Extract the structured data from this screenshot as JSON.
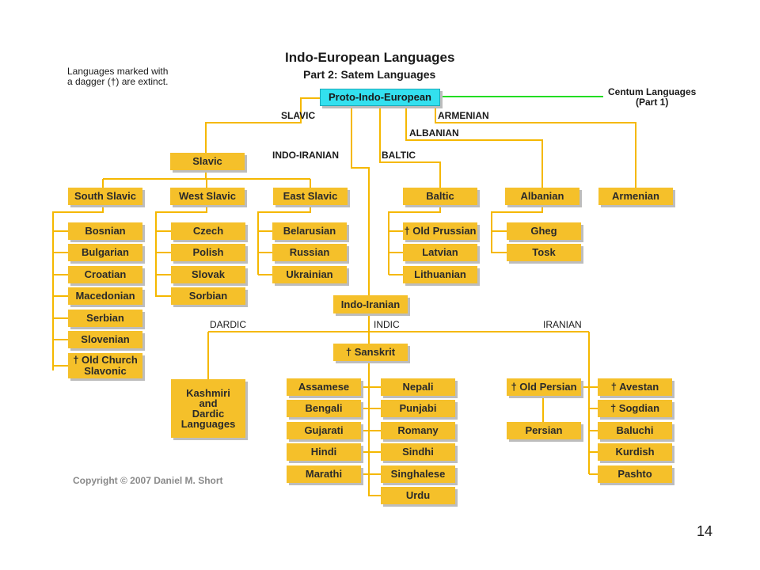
{
  "title": "Indo-European Languages",
  "subtitle": "Part 2: Satem Languages",
  "note": "Languages marked with\na dagger (†) are extinct.",
  "centum": "Centum Languages\n(Part 1)",
  "copyright": "Copyright © 2007 Daniel M. Short",
  "page_number": "14",
  "colors": {
    "node": "#f5c02a",
    "line": "#f5b800",
    "root": "#33e0ef",
    "green_line": "#22dd22"
  },
  "branches": {
    "slavic": "SLAVIC",
    "armenian": "ARMENIAN",
    "albanian": "ALBANIAN",
    "indo_iranian": "INDO-IRANIAN",
    "baltic": "BALTIC",
    "dardic": "DARDIC",
    "indic": "INDIC",
    "iranian": "IRANIAN"
  },
  "nodes": {
    "root": "Proto-Indo-European",
    "slavic": "Slavic",
    "south_slavic": "South Slavic",
    "west_slavic": "West Slavic",
    "east_slavic": "East Slavic",
    "baltic": "Baltic",
    "albanian": "Albanian",
    "armenian": "Armenian",
    "bosnian": "Bosnian",
    "bulgarian": "Bulgarian",
    "croatian": "Croatian",
    "macedonian": "Macedonian",
    "serbian": "Serbian",
    "slovenian": "Slovenian",
    "old_church_slavonic": "† Old Church\nSlavonic",
    "czech": "Czech",
    "polish": "Polish",
    "slovak": "Slovak",
    "sorbian": "Sorbian",
    "belarusian": "Belarusian",
    "russian": "Russian",
    "ukrainian": "Ukrainian",
    "old_prussian": "† Old Prussian",
    "latvian": "Latvian",
    "lithuanian": "Lithuanian",
    "gheg": "Gheg",
    "tosk": "Tosk",
    "indo_iranian": "Indo-Iranian",
    "sanskrit": "† Sanskrit",
    "kashmiri": "Kashmiri\nand\nDardic\nLanguages",
    "assamese": "Assamese",
    "bengali": "Bengali",
    "gujarati": "Gujarati",
    "hindi": "Hindi",
    "marathi": "Marathi",
    "nepali": "Nepali",
    "punjabi": "Punjabi",
    "romany": "Romany",
    "sindhi": "Sindhi",
    "singhalese": "Singhalese",
    "urdu": "Urdu",
    "old_persian": "† Old Persian",
    "persian": "Persian",
    "avestan": "† Avestan",
    "sogdian": "† Sogdian",
    "baluchi": "Baluchi",
    "kurdish": "Kurdish",
    "pashto": "Pashto"
  }
}
